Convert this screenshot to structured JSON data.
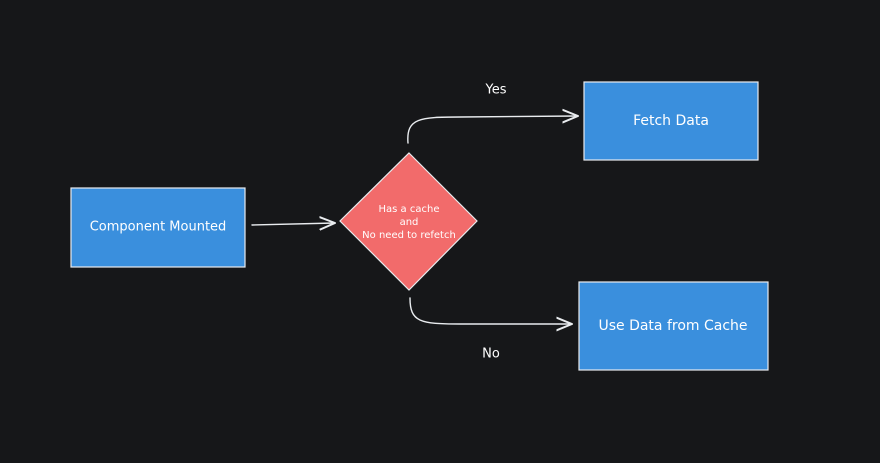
{
  "diagram": {
    "nodes": {
      "start": {
        "label": "Component Mounted",
        "color": "#3a8fdd"
      },
      "decision": {
        "line1": "Has a cache",
        "line2": "and",
        "line3": "No need to refetch",
        "color": "#f26b6b"
      },
      "fetch": {
        "label": "Fetch Data",
        "color": "#3a8fdd"
      },
      "cache": {
        "label": "Use Data from Cache",
        "color": "#3a8fdd"
      }
    },
    "edges": {
      "yes": {
        "label": "Yes"
      },
      "no": {
        "label": "No"
      }
    },
    "colors": {
      "background": "#161719",
      "stroke": "#e9ecef"
    }
  }
}
